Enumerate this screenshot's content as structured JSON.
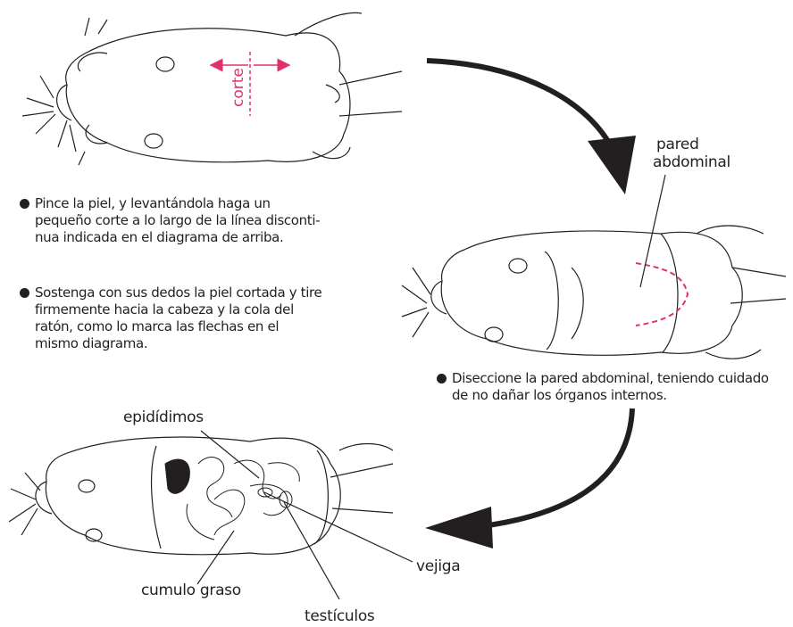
{
  "steps": [
    {
      "text": "Pince la piel, y levantándola haga un pequeño corte a lo largo de la línea disconti- nua indicada en el diagrama de arriba."
    },
    {
      "text": "Sostenga con sus dedos la piel cortada y tire firmemente hacia la cabeza y la cola del ratón, como lo marca las flechas en el mismo diagrama."
    },
    {
      "text": "Diseccione la pared abdominal, teniendo cuidado de no dañar los órganos internos."
    }
  ],
  "labels": {
    "corte": "corte",
    "pared_line1": "pared",
    "pared_line2": "abdominal",
    "epididimos": "epidídimos",
    "vejiga": "vejiga",
    "cumulo": "cumulo graso",
    "testiculos": "testículos"
  },
  "colors": {
    "ink": "#231f20",
    "accent": "#e0316e"
  }
}
